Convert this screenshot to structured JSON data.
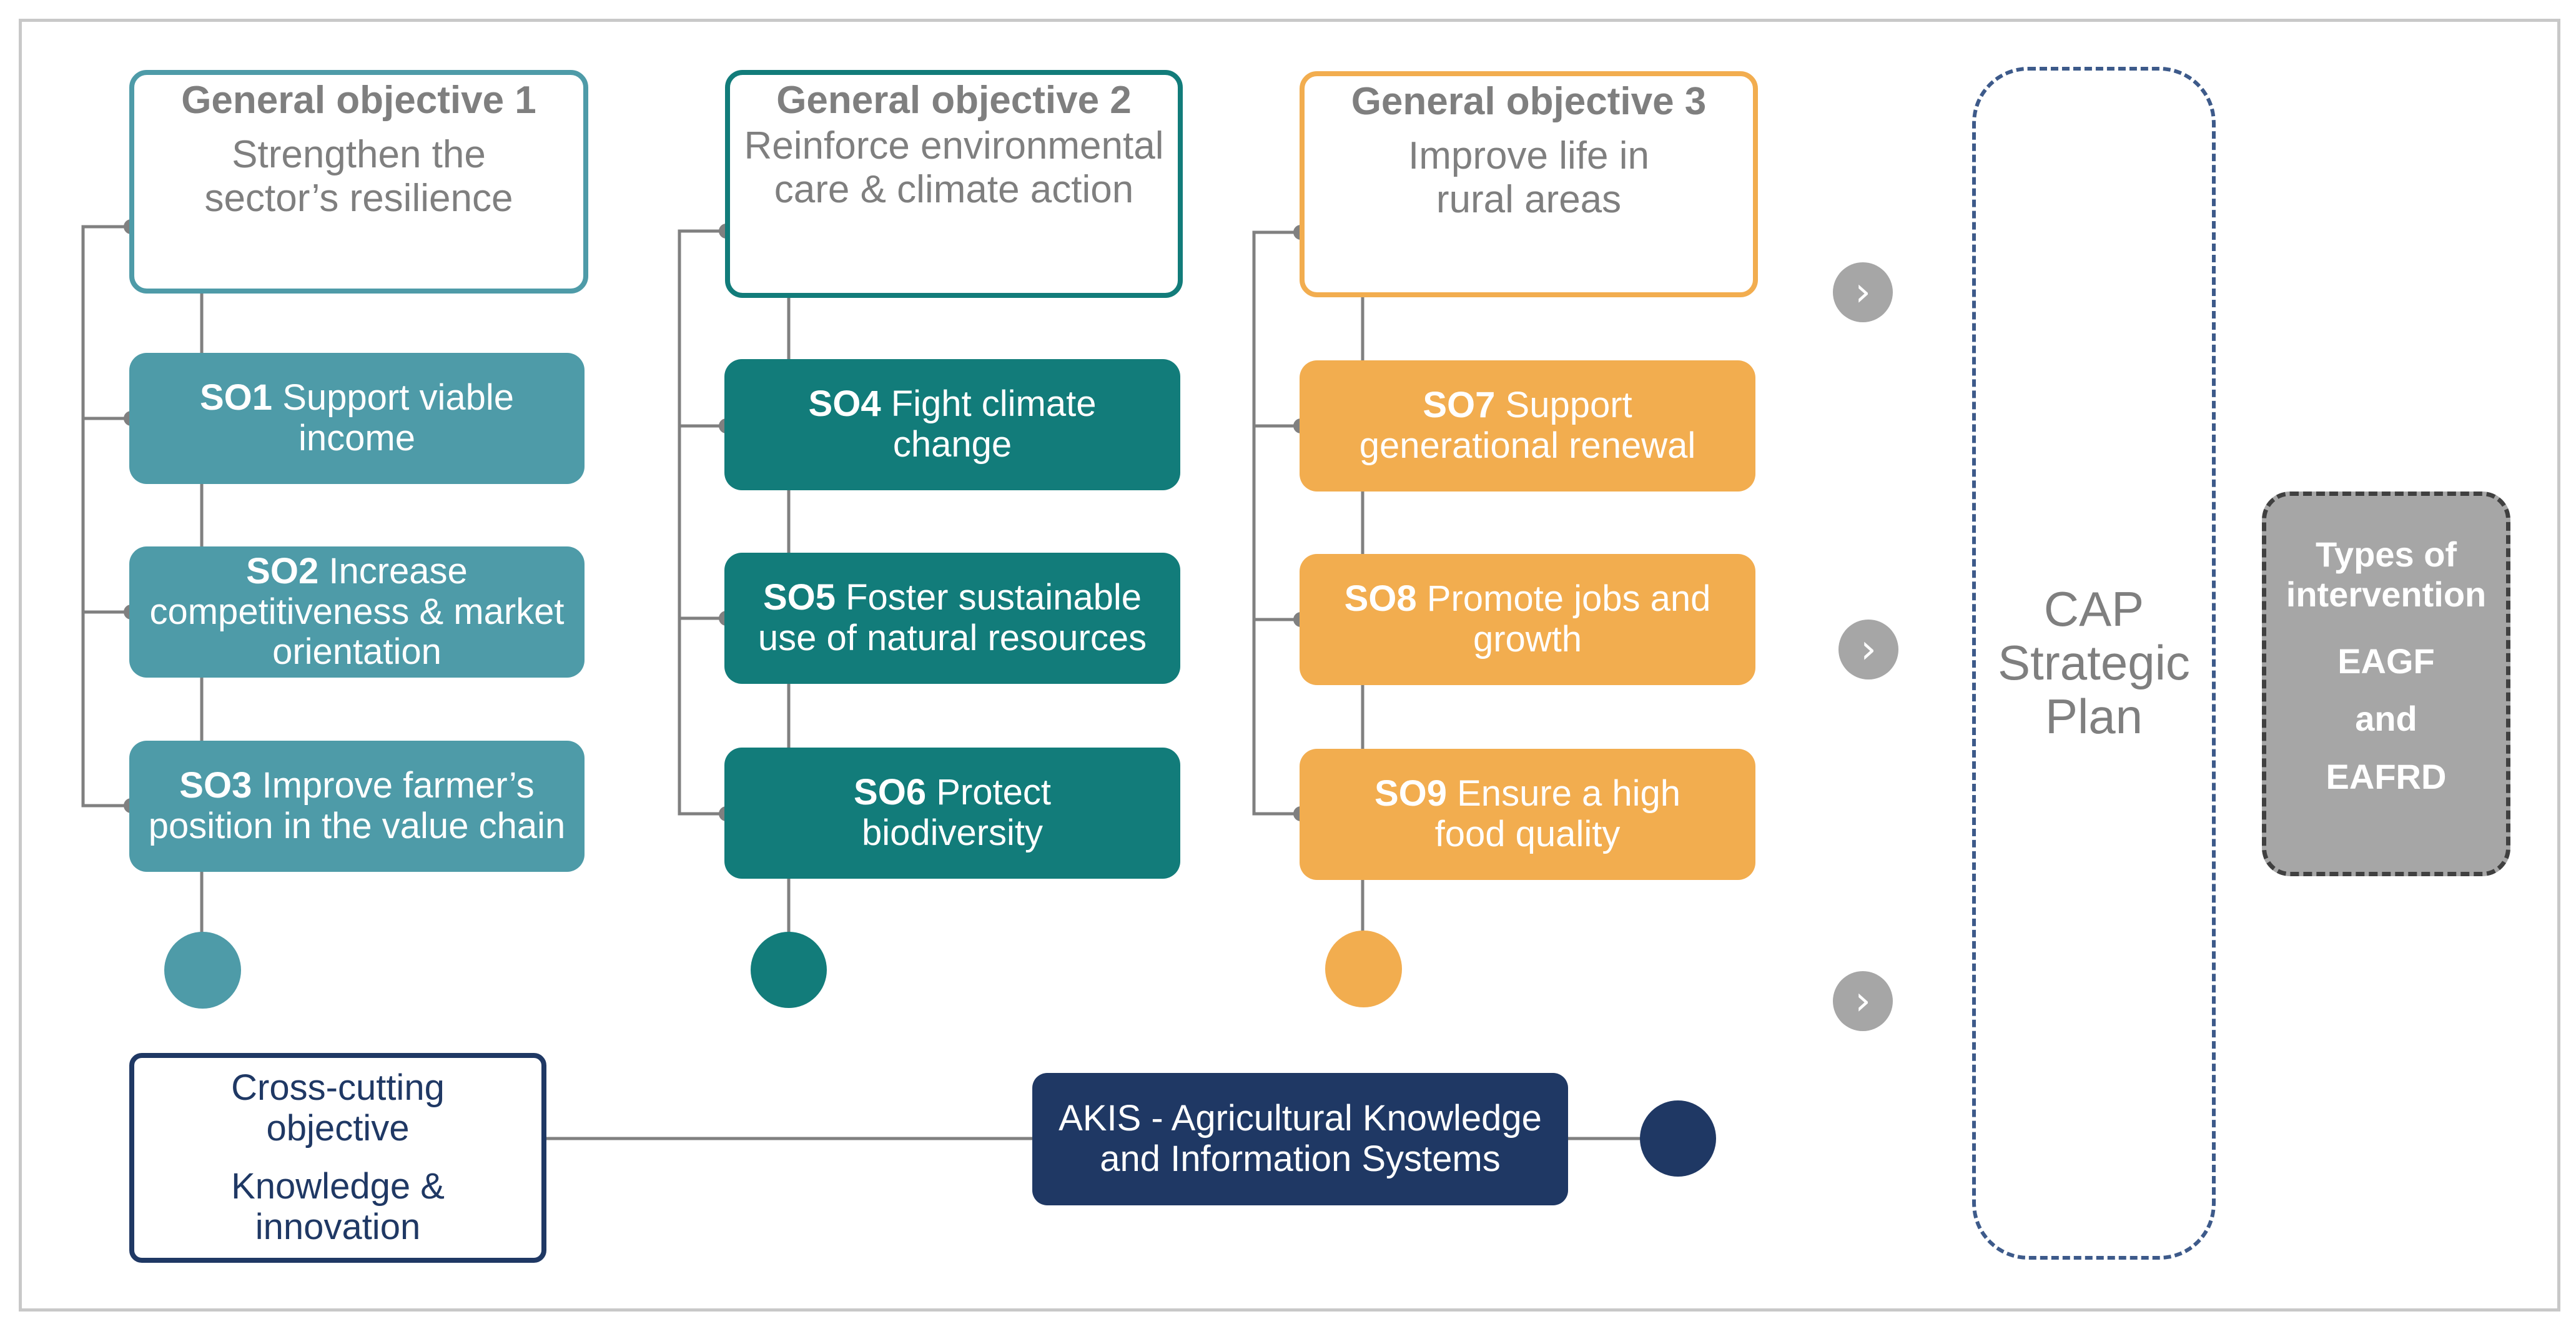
{
  "colors": {
    "teal_light": "#4e9ba8",
    "teal_dark": "#127c7a",
    "orange": "#f2ad4f",
    "navy": "#1f3864",
    "grey": "#a6a6a6",
    "connector": "#808080"
  },
  "objectives": [
    {
      "title": "General objective 1",
      "subtitle": "Strengthen the sector’s resilience",
      "specific": [
        {
          "code": "SO1",
          "text": "Support viable income"
        },
        {
          "code": "SO2",
          "text": "Increase competitiveness & market orientation"
        },
        {
          "code": "SO3",
          "text": "Improve farmer’s position in the value chain"
        }
      ]
    },
    {
      "title": "General objective 2",
      "subtitle": "Reinforce environmental care & climate action",
      "specific": [
        {
          "code": "SO4",
          "text": "Fight climate change"
        },
        {
          "code": "SO5",
          "text": "Foster sustainable use of natural resources"
        },
        {
          "code": "SO6",
          "text": "Protect biodiversity"
        }
      ]
    },
    {
      "title": "General objective 3",
      "subtitle": "Improve life in rural areas",
      "specific": [
        {
          "code": "SO7",
          "text": "Support generational renewal"
        },
        {
          "code": "SO8",
          "text": "Promote jobs and growth"
        },
        {
          "code": "SO9",
          "text": "Ensure a high food quality"
        }
      ]
    }
  ],
  "chevron_icon": "chevron-right-icon",
  "cap_plan": {
    "line1": "CAP",
    "line2": "Strategic",
    "line3": "Plan"
  },
  "types": {
    "title_line1": "Types of",
    "title_line2": "intervention",
    "fund1": "EAGF",
    "and": "and",
    "fund2": "EAFRD"
  },
  "cross_cutting": {
    "line1": "Cross-cutting objective",
    "line2": "Knowledge & innovation"
  },
  "akis": {
    "text": "AKIS - Agricultural Knowledge and Information Systems"
  }
}
